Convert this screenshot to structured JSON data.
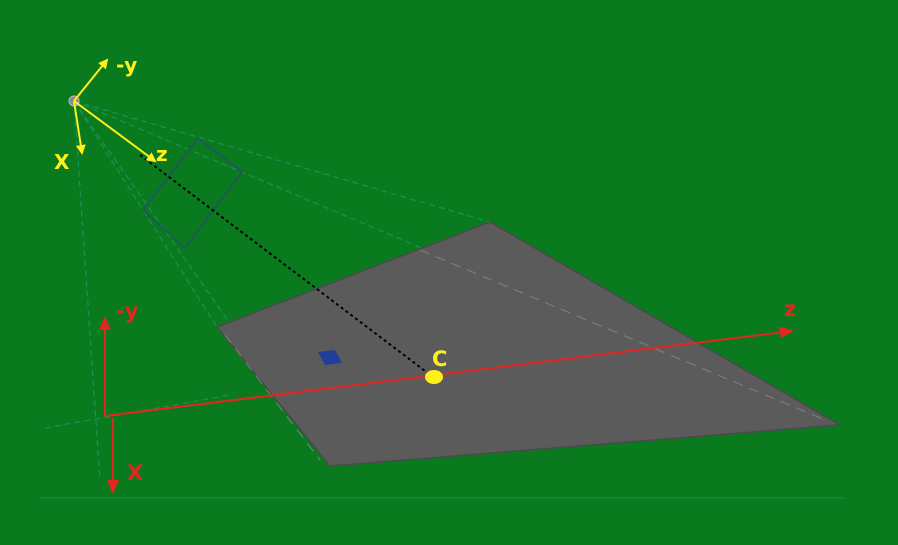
{
  "colors": {
    "background": "#0a7a1f",
    "plane": "#5a5a5a",
    "plane_edge": "#4a4a4a",
    "camera_axis": "#ffef1a",
    "world_axis": "#e3261f",
    "projection_ray": "#000000",
    "frustum": "#1f9a6a",
    "image_plane": "#1f5a5a",
    "marker": "#1f3f9a",
    "point_c": "#ffef1a"
  },
  "camera_axes": {
    "neg_y_label": "-y",
    "x_label": "X",
    "z_label": "z"
  },
  "world_axes": {
    "neg_y_label": "-y",
    "x_label": "X",
    "z_label": "z"
  },
  "point": {
    "label": "C"
  }
}
